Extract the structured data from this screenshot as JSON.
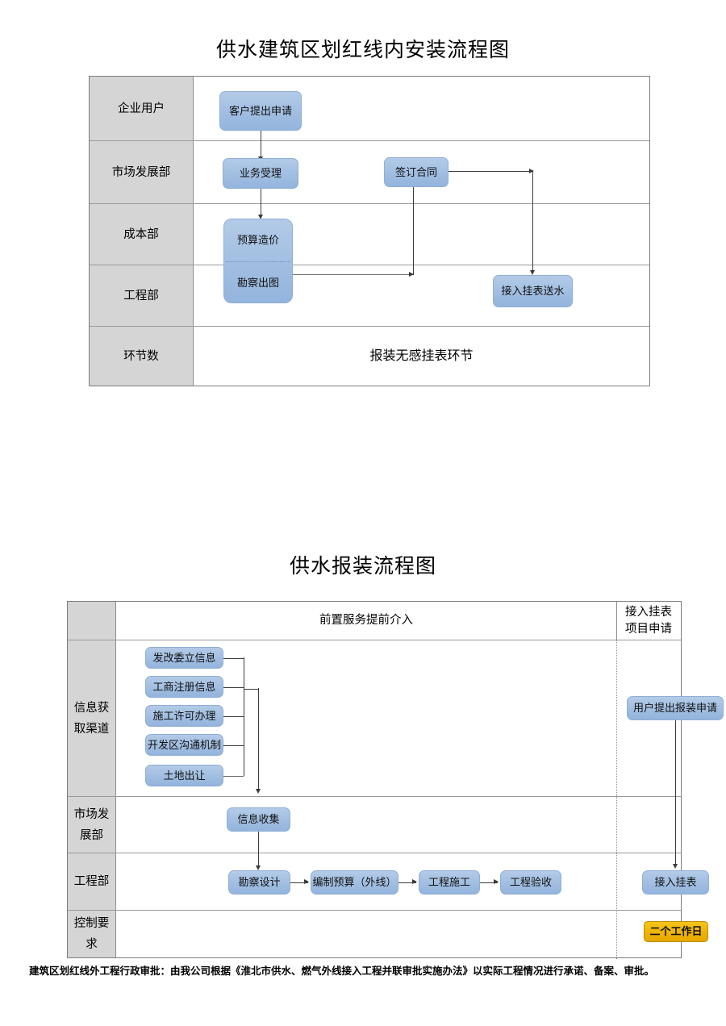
{
  "document": {
    "footnote": "建筑区划红线外工程行政审批：由我公司根据《淮北市供水、燃气外线接入工程并联审批实施办法》以实际工程情况进行承诺、备案、审批。"
  },
  "diagram1": {
    "title": "供水建筑区划红线内安装流程图",
    "rows": [
      {
        "label": "企业用户"
      },
      {
        "label": "市场发展部"
      },
      {
        "label": "成本部"
      },
      {
        "label": "工程部"
      },
      {
        "label": "环节数"
      }
    ],
    "nodes": {
      "apply": "客户提出申请",
      "accept": "业务受理",
      "budget": "预算造价",
      "survey": "勘察出图",
      "contract": "签订合同",
      "connect": "接入挂表送水"
    },
    "summary": "报装无感挂表环节"
  },
  "diagram2": {
    "title": "供水报装流程图",
    "header": {
      "left": "",
      "center": "前置服务提前介入",
      "right": "接入挂表\n项目申请"
    },
    "rows": [
      {
        "label": "信息获\n取渠道"
      },
      {
        "label": "市场发\n展部"
      },
      {
        "label": "工程部"
      },
      {
        "label": "控制要\n求"
      }
    ],
    "channels": [
      "发改委立信息",
      "工商注册信息",
      "施工许可办理",
      "开发区沟通机制",
      "土地出让"
    ],
    "nodes": {
      "collect": "信息收集",
      "design": "勘察设计",
      "estimate": "编制预算（外线）",
      "construct": "工程施工",
      "inspect": "工程验收",
      "user_apply": "用户提出报装申请",
      "meter": "接入挂表",
      "deadline": "二个工作日"
    }
  },
  "colors": {
    "box_fill": "#a4c0e2",
    "box_border": "#8faed4",
    "orange_fill": "#edb200",
    "orange_border": "#b98a08",
    "label_cell_bg": "#d5d5d5",
    "table_border": "#7b7b7b",
    "connector": "#3b3b3b"
  }
}
